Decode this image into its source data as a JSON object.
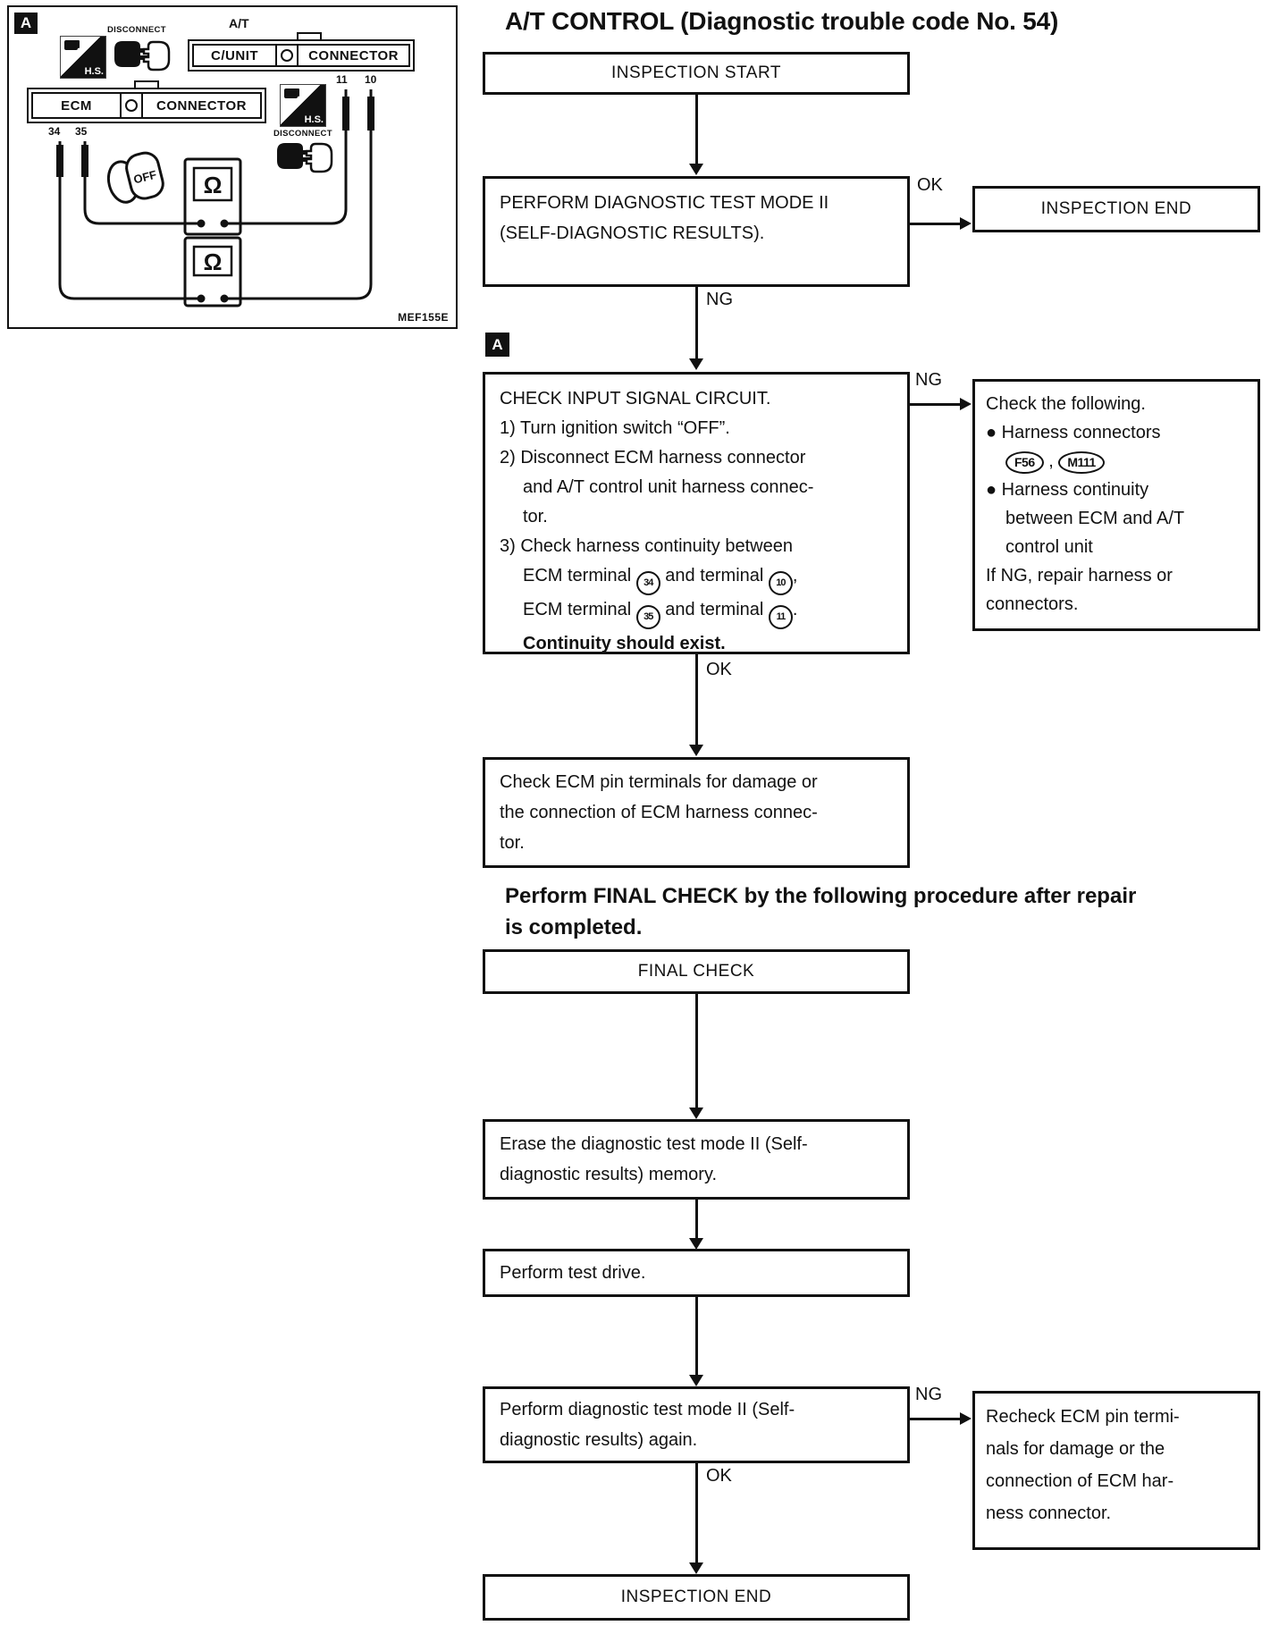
{
  "title": "A/T CONTROL (Diagnostic trouble code No. 54)",
  "figure": {
    "badge": "A",
    "hs1": {
      "label": "H.S.",
      "disconnect": "DISCONNECT"
    },
    "hs2": {
      "label": "H.S.",
      "disconnect": "DISCONNECT"
    },
    "at_label": "A/T",
    "at_connector": {
      "left": "C/UNIT",
      "right": "CONNECTOR"
    },
    "ecm_connector": {
      "left": "ECM",
      "right": "CONNECTOR"
    },
    "terminals": {
      "t34": "34",
      "t35": "35",
      "t11": "11",
      "t10": "10"
    },
    "key_off": "OFF",
    "ohm": "Ω",
    "code": "MEF155E"
  },
  "flow": {
    "inspection_start": "INSPECTION START",
    "perform_mode2": {
      "l1": "PERFORM DIAGNOSTIC TEST MODE II",
      "l2": "(SELF-DIAGNOSTIC RESULTS)."
    },
    "ok1": "OK",
    "ng1": "NG",
    "inspection_end_top": "INSPECTION END",
    "section_badge": "A",
    "check_input": {
      "l1": "CHECK INPUT SIGNAL CIRCUIT.",
      "l2": "1) Turn ignition switch “OFF”.",
      "l3": "2) Disconnect ECM harness connector",
      "l4": "and A/T control unit harness connec-",
      "l5": "tor.",
      "l6": "3) Check harness continuity between",
      "l7a": "ECM terminal",
      "l7b": "34",
      "l7c": "and terminal",
      "l7d": "10",
      "l7e": ",",
      "l8a": "ECM terminal",
      "l8b": "35",
      "l8c": "and terminal",
      "l8d": "11",
      "l8e": ".",
      "l9": "Continuity should exist."
    },
    "ng2": "NG",
    "check_following": {
      "l1": "Check the following.",
      "bullet": "●",
      "b1": "Harness connectors",
      "conn1": "F56",
      "comma": ",",
      "conn2": "M111",
      "b2l1": "Harness continuity",
      "b2l2": "between ECM and A/T",
      "b2l3": "control unit",
      "l2": "If NG, repair harness or",
      "l3": "connectors."
    },
    "ok2": "OK",
    "ecm_pin": {
      "l1": "Check ECM pin terminals for damage or",
      "l2": "the connection of ECM harness connec-",
      "l3": "tor."
    },
    "final_heading": {
      "l1": "Perform FINAL CHECK by the following procedure after repair",
      "l2": "is completed."
    },
    "final_check": "FINAL CHECK",
    "erase": {
      "l1": "Erase the diagnostic test mode II (Self-",
      "l2": "diagnostic results) memory."
    },
    "test_drive": "Perform test drive.",
    "perform_again": {
      "l1": "Perform diagnostic test mode II (Self-",
      "l2": "diagnostic results) again."
    },
    "ng3": "NG",
    "recheck": {
      "l1": "Recheck ECM pin termi-",
      "l2": "nals for damage or the",
      "l3": "connection of ECM har-",
      "l4": "ness connector."
    },
    "ok3": "OK",
    "inspection_end_bottom": "INSPECTION END"
  }
}
